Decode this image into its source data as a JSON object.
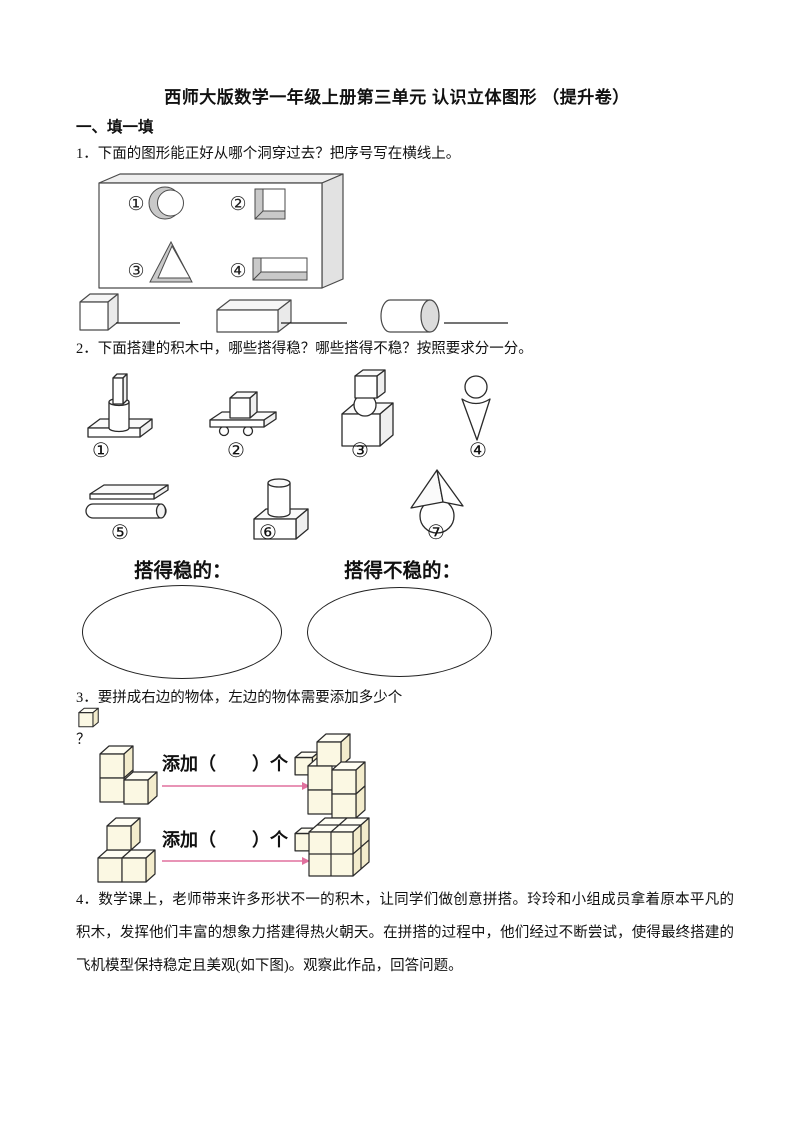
{
  "title": "西师大版数学一年级上册第三单元 认识立体图形 （提升卷）",
  "section": "一、填一填",
  "q1": {
    "text": "1．下面的图形能正好从哪个洞穿过去？把序号写在横线上。",
    "hole_labels": [
      "①",
      "②",
      "③",
      "④"
    ],
    "objects": [
      "cube",
      "cuboid",
      "cylinder"
    ]
  },
  "q2": {
    "text": "2．下面搭建的积木中，哪些搭得稳？哪些搭得不稳？按照要求分一分。",
    "labels": [
      "①",
      "②",
      "③",
      "④",
      "⑤",
      "⑥",
      "⑦"
    ],
    "stable": "搭得稳的：",
    "unstable": "搭得不稳的："
  },
  "q3": {
    "prefix": "3．要拼成右边的物体，左边的物体需要添加多少个",
    "suffix": "？",
    "add_label": "添加（　　）个"
  },
  "q4": {
    "text": "4．数学课上，老师带来许多形状不一的积木，让同学们做创意拼搭。玲玲和小组成员拿着原本平凡的积木，发挥他们丰富的想象力搭建得热火朝天。在拼搭的过程中，他们经过不断尝试，使得最终搭建的飞机模型保持稳定且美观(如下图)。观察此作品，回答问题。"
  },
  "colors": {
    "arrow": "#E0709E",
    "cube_front": "#FBF8E3",
    "hole_shade": "#C9C9C9"
  }
}
